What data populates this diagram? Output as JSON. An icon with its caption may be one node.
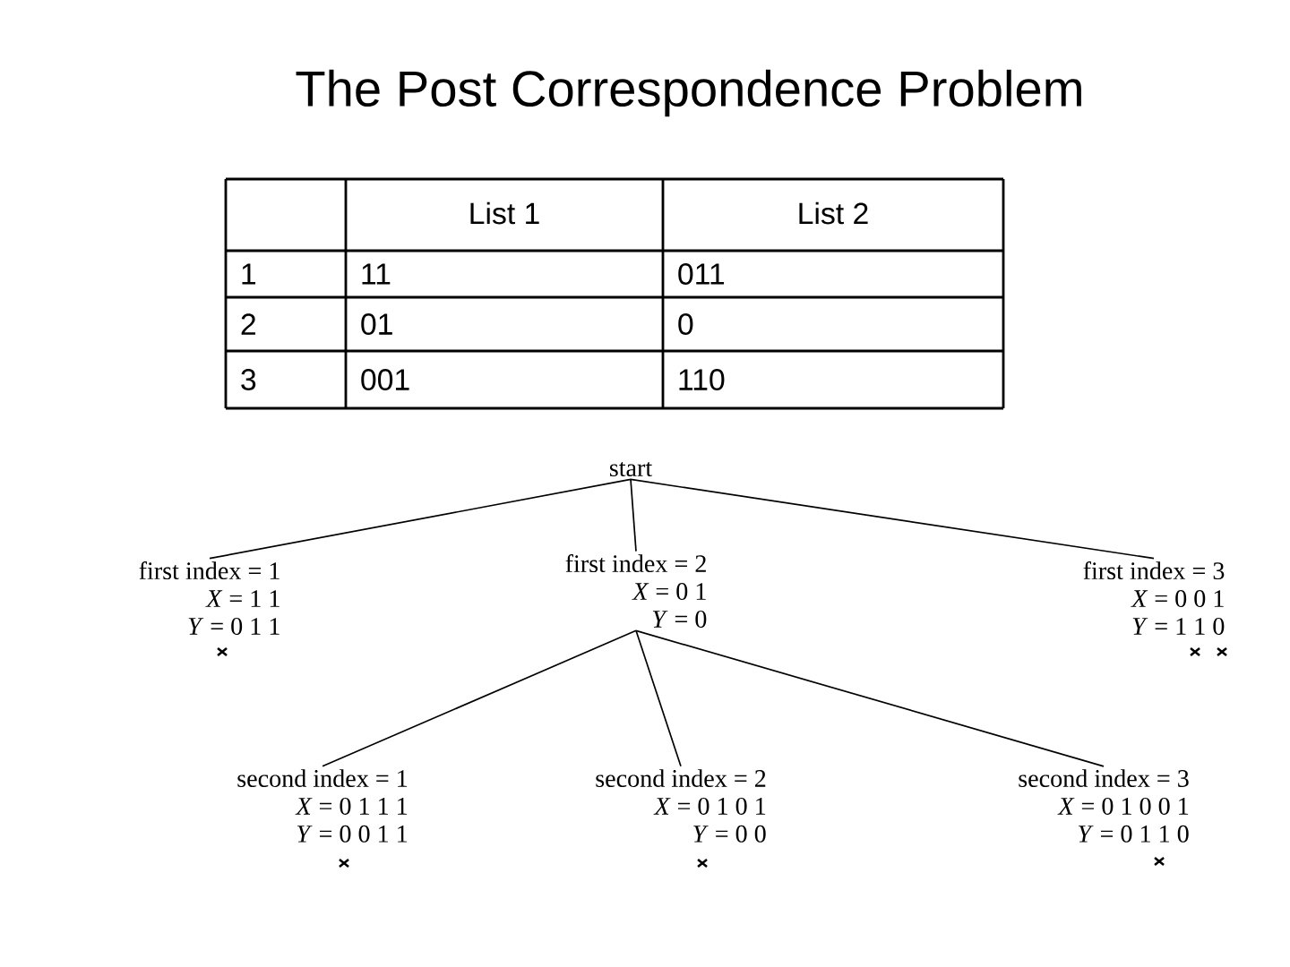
{
  "diagram": {
    "title": "The Post Correspondence Problem",
    "nodes": [
      {
        "text": [
          "start"
        ]
      },
      {
        "text": [
          "first index = 1",
          "*X* = 1 1",
          "*Y* = 0 1 1"
        ]
      },
      {
        "text": [
          "first index = 2",
          "*X* = 0 1",
          "*Y* = 0"
        ]
      },
      {
        "text": [
          "first index = 3",
          "*X* = 0 0 1",
          "*Y* = 1 1 0"
        ]
      },
      {
        "text": [
          "second index = 1",
          "*X* = 0 1 1 1",
          "*Y* = 0 0 1 1"
        ]
      },
      {
        "text": [
          "second index = 2",
          "*X* = 0 1 0 1",
          "*Y* = 0 0"
        ]
      },
      {
        "text": [
          "second index = 3",
          "*X* = 0 1 0 0 1",
          "*Y* = 0 1 1 0"
        ]
      }
    ],
    "edges": [
      {
        "from": 0,
        "to": 1,
        "arrow": "none"
      },
      {
        "from": 0,
        "to": 2,
        "arrow": "none"
      },
      {
        "from": 0,
        "to": 3,
        "arrow": "none"
      },
      {
        "from": 2,
        "to": 4,
        "arrow": "none"
      },
      {
        "from": 2,
        "to": 5,
        "arrow": "none"
      },
      {
        "from": 2,
        "to": 6,
        "arrow": "none"
      }
    ],
    "labels": [
      "List 1",
      "List 2",
      "1",
      "11",
      "011",
      "2",
      "01",
      "0",
      "3",
      "001",
      "110"
    ]
  }
}
